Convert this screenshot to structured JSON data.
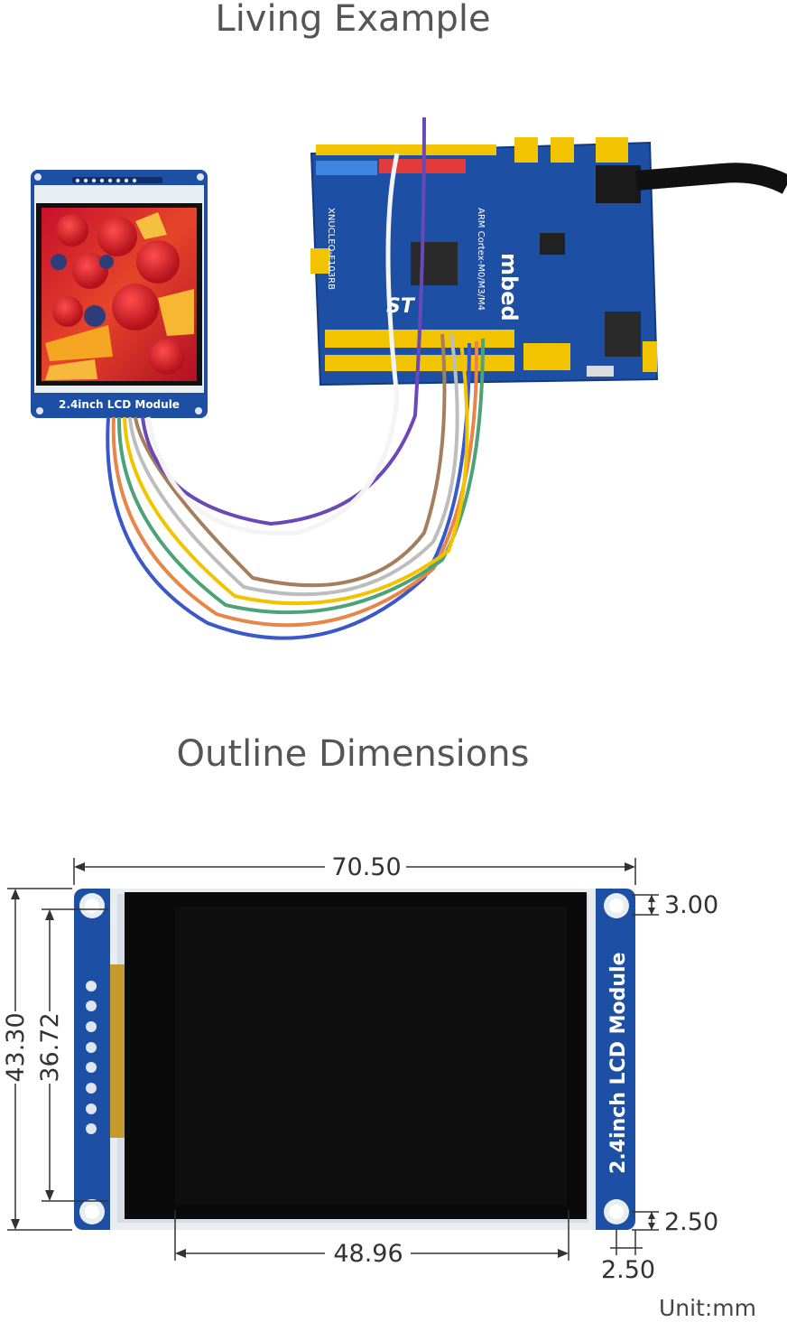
{
  "titles": {
    "living_example": "Living Example",
    "outline_dimensions": "Outline Dimensions"
  },
  "module": {
    "label": "2.4inch LCD Module"
  },
  "board": {
    "brand": "mbed",
    "cpu_label": "ARM Cortex-M0/M3/M4",
    "name": "XNUCLEO-F103RB",
    "logo_text": "ST"
  },
  "dimensions": {
    "width": "70.50",
    "height": "43.30",
    "pcb_inner_height": "36.72",
    "screen_width": "48.96",
    "hole_top_offset": "3.00",
    "hole_bottom_offset": "2.50",
    "hole_side_offset": "2.50",
    "unit": "Unit:mm"
  },
  "colors": {
    "pcb_blue": "#1d4fa5",
    "header_yellow": "#f2c400",
    "wire_purple": "#6b48b8",
    "wire_orange": "#e8864a",
    "wire_green": "#4da27a",
    "wire_brown": "#a57f5d",
    "wire_blue": "#3a58c9"
  }
}
